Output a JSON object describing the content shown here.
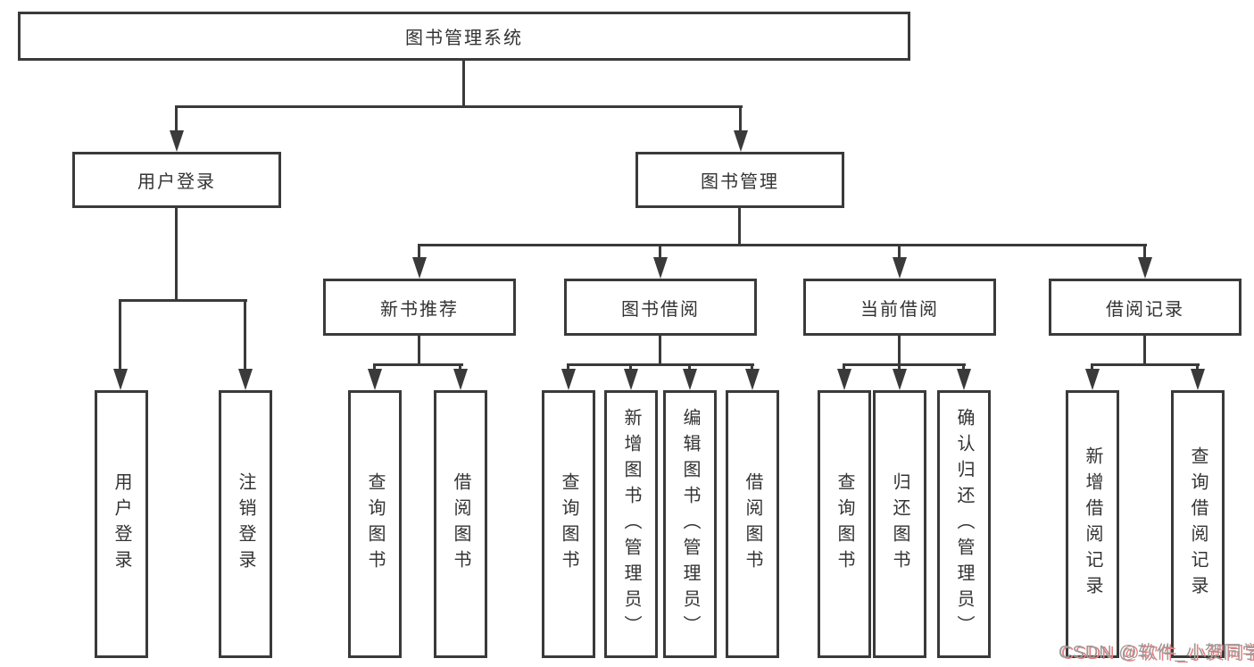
{
  "colors": {
    "ink": "#3a3a3a",
    "watermark_gray": "#9a9a9a",
    "watermark_red": "#e78080"
  },
  "tree": {
    "root": {
      "label": "图书管理系统"
    },
    "branches": [
      {
        "label": "用户登录",
        "children": [
          {
            "label": "用户登录"
          },
          {
            "label": "注销登录"
          }
        ]
      },
      {
        "label": "图书管理",
        "groups": [
          {
            "label": "新书推荐",
            "children": [
              {
                "label": "查询图书"
              },
              {
                "label": "借阅图书"
              }
            ]
          },
          {
            "label": "图书借阅",
            "children": [
              {
                "label": "查询图书"
              },
              {
                "label": "新增图书（管理员）"
              },
              {
                "label": "编辑图书（管理员）"
              },
              {
                "label": "借阅图书"
              }
            ]
          },
          {
            "label": "当前借阅",
            "children": [
              {
                "label": "查询图书"
              },
              {
                "label": "归还图书"
              },
              {
                "label": "确认归还（管理员）"
              }
            ]
          },
          {
            "label": "借阅记录",
            "children": [
              {
                "label": "新增借阅记录"
              },
              {
                "label": "查询借阅记录"
              }
            ]
          }
        ]
      }
    ]
  },
  "watermark": "CSDN @软件_小贺同学"
}
